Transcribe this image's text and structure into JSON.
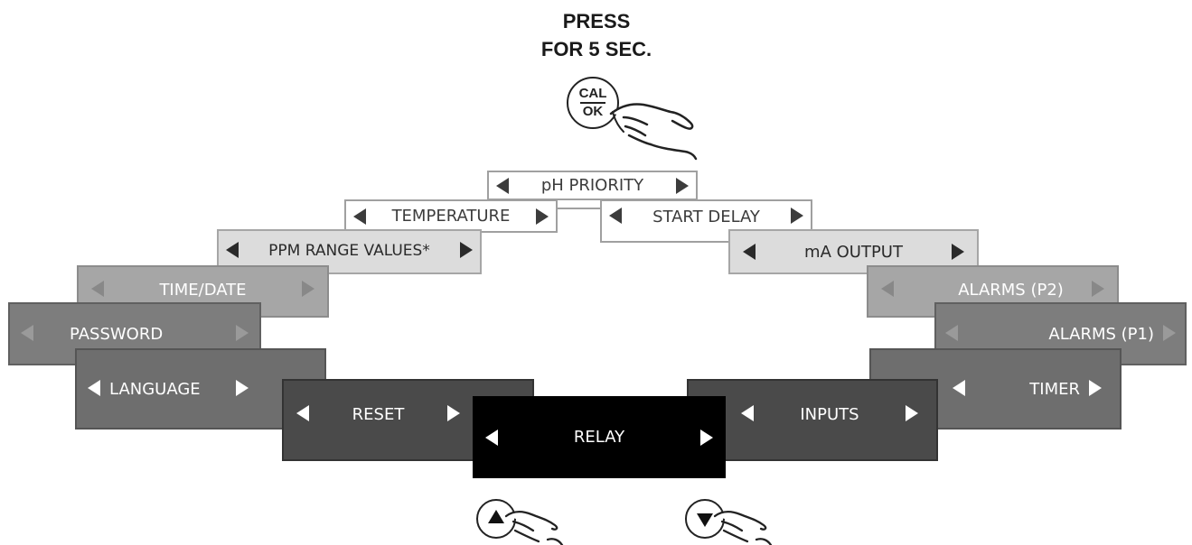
{
  "instruction": {
    "line1": "PRESS",
    "line2": "FOR 5 SEC."
  },
  "cal_button": {
    "top": "CAL",
    "bottom": "OK"
  },
  "menu": {
    "ph_priority": "pH PRIORITY",
    "temperature": "TEMPERATURE",
    "start_delay": "START DELAY",
    "ppm_range_values": "PPM RANGE VALUES*",
    "ma_output": "mA OUTPUT",
    "time_date": "TIME/DATE",
    "alarms_p2": "ALARMS (P2)",
    "password": "PASSWORD",
    "alarms_p1": "ALARMS (P1)",
    "language": "LANGUAGE",
    "timer": "TIMER",
    "reset": "RESET",
    "inputs": "INPUTS",
    "relay": "RELAY"
  },
  "nav_buttons": {
    "up": "up-arrow-button",
    "down": "down-arrow-button"
  },
  "colors": {
    "white": "#ffffff",
    "light": "#dcdcdc",
    "mid": "#a6a6a6",
    "gray": "#7d7d7d",
    "dark": "#4a4a4a",
    "black": "#000000"
  }
}
